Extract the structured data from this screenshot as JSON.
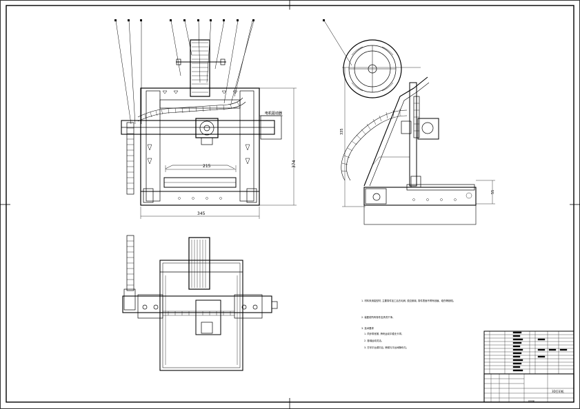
{
  "drawing": {
    "front_view": {
      "width_dim": "345",
      "height_dim": "374",
      "inner_dim": "215",
      "side_label": "电机驱动器",
      "balloon_count": 11
    },
    "side_view": {
      "height_dim": "335",
      "small_dim": "55"
    },
    "notes": {
      "line1": "1. 材料采用铝型材, 主要零件加工后去毛刺, 锐边倒钝, 零件表面不得有划痕、碰伤等缺陷。",
      "line2": "2. 装配前所有零件应清洗干净。",
      "line3": "3. 技术要求",
      "line4": "1. 同步带张紧, 滑块运动平稳无卡滞。",
      "line5": "2. 各轴运动灵活。",
      "line6": "3. 打印平台调平后, 喷嘴与平台间隙均匀。"
    },
    "title_block": {
      "title": "3D打印机",
      "company": "装配图"
    }
  },
  "colors": {
    "line": "#000000",
    "paper": "#ffffff"
  }
}
